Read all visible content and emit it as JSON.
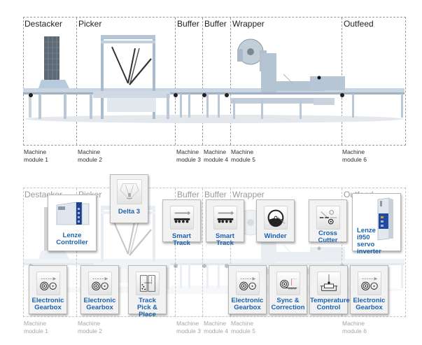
{
  "top_diagram": {
    "zones": [
      {
        "label": "Destacker"
      },
      {
        "label": "Picker"
      },
      {
        "label": "Buffer"
      },
      {
        "label": "Buffer"
      },
      {
        "label": "Wrapper"
      },
      {
        "label": "Outfeed"
      }
    ],
    "modules": [
      {
        "line1": "Machine",
        "line2": "module 1"
      },
      {
        "line1": "Machine",
        "line2": "module 2"
      },
      {
        "line1": "Machine",
        "line2": "module 3"
      },
      {
        "line1": "Machine",
        "line2": "module 4"
      },
      {
        "line1": "Machine",
        "line2": "module 5"
      },
      {
        "line1": "Machine",
        "line2": "module 6"
      }
    ]
  },
  "bottom_diagram": {
    "zones": [
      {
        "label": "Destacker"
      },
      {
        "label": "Picker"
      },
      {
        "label": "Buffer"
      },
      {
        "label": "Buffer"
      },
      {
        "label": "Wrapper"
      },
      {
        "label": "Outfeed"
      }
    ],
    "modules": [
      {
        "line1": "Machine",
        "line2": "module 1"
      },
      {
        "line1": "Machine",
        "line2": "module 2"
      },
      {
        "line1": "Machine",
        "line2": "module 3"
      },
      {
        "line1": "Machine",
        "line2": "module 4"
      },
      {
        "line1": "Machine",
        "line2": "module 5"
      },
      {
        "line1": "Machine",
        "line2": "module 6"
      }
    ],
    "cards": {
      "lenze_controller": {
        "label": "Lenze\nController",
        "icon": "controller-hardware"
      },
      "delta3": {
        "label": "Delta 3",
        "icon": "delta-robot"
      },
      "smart_track_1": {
        "label": "Smart Track",
        "icon": "smart-track"
      },
      "smart_track_2": {
        "label": "Smart Track",
        "icon": "smart-track"
      },
      "winder": {
        "label": "Winder",
        "icon": "winder"
      },
      "cross_cutter": {
        "label": "Cross\nCutter",
        "icon": "cross-cutter"
      },
      "i950": {
        "label": "Lenze\ni950\nservo inverter",
        "icon": "servo-inverter-hardware"
      },
      "egearbox_1": {
        "label": "Electronic\nGearbox",
        "icon": "electronic-gearbox"
      },
      "egearbox_2": {
        "label": "Electronic\nGearbox",
        "icon": "electronic-gearbox"
      },
      "track_pick_place": {
        "label": "Track\nPick & Place",
        "icon": "track-pick-place"
      },
      "egearbox_3": {
        "label": "Electronic\nGearbox",
        "icon": "electronic-gearbox"
      },
      "sync_correction": {
        "label": "Sync &\nCorrection",
        "icon": "sync-correction"
      },
      "temperature_control": {
        "label": "Temperature\nControl",
        "icon": "temperature-control"
      },
      "egearbox_4": {
        "label": "Electronic\nGearbox",
        "icon": "electronic-gearbox"
      }
    }
  },
  "colors": {
    "card_label": "#1a63b0",
    "frame_dash": "#9a9a9a",
    "faded_text": "#a6a6a6"
  }
}
